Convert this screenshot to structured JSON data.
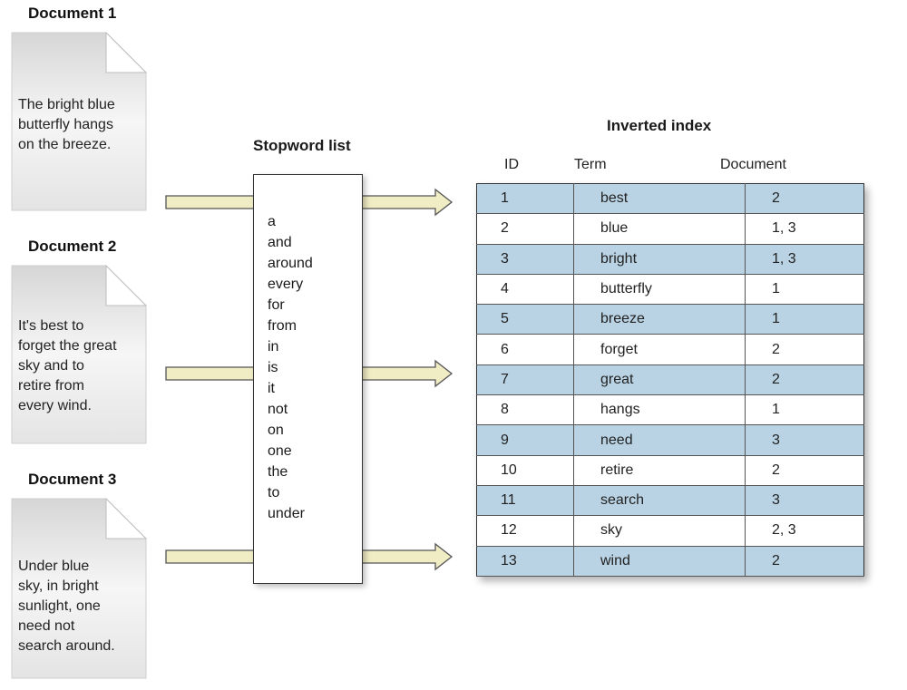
{
  "documents": [
    {
      "title": "Document 1",
      "lines": [
        "The bright blue",
        "butterfly hangs",
        "on the breeze."
      ]
    },
    {
      "title": "Document 2",
      "lines": [
        "It's best to",
        "forget the great",
        "sky and to",
        "retire from",
        "every wind."
      ]
    },
    {
      "title": "Document 3",
      "lines": [
        "Under blue",
        "sky, in bright",
        "sunlight, one",
        "need not",
        "search around."
      ]
    }
  ],
  "stopword": {
    "title": "Stopword list",
    "words": [
      "a",
      "and",
      "around",
      "every",
      "for",
      "from",
      "in",
      "is",
      "it",
      "not",
      "on",
      "one",
      "the",
      "to",
      "under"
    ]
  },
  "index": {
    "title": "Inverted index",
    "headers": {
      "id": "ID",
      "term": "Term",
      "document": "Document"
    },
    "rows": [
      {
        "id": "1",
        "term": "best",
        "doc": "2"
      },
      {
        "id": "2",
        "term": "blue",
        "doc": "1, 3"
      },
      {
        "id": "3",
        "term": "bright",
        "doc": "1, 3"
      },
      {
        "id": "4",
        "term": "butterfly",
        "doc": "1"
      },
      {
        "id": "5",
        "term": "breeze",
        "doc": "1"
      },
      {
        "id": "6",
        "term": "forget",
        "doc": "2"
      },
      {
        "id": "7",
        "term": "great",
        "doc": "2"
      },
      {
        "id": "8",
        "term": "hangs",
        "doc": "1"
      },
      {
        "id": "9",
        "term": "need",
        "doc": "3"
      },
      {
        "id": "10",
        "term": "retire",
        "doc": "2"
      },
      {
        "id": "11",
        "term": "search",
        "doc": "3"
      },
      {
        "id": "12",
        "term": "sky",
        "doc": "2, 3"
      },
      {
        "id": "13",
        "term": "wind",
        "doc": "2"
      }
    ]
  },
  "colors": {
    "row_shade": "#b9d3e4",
    "arrow_fill": "#f0ecc4"
  }
}
